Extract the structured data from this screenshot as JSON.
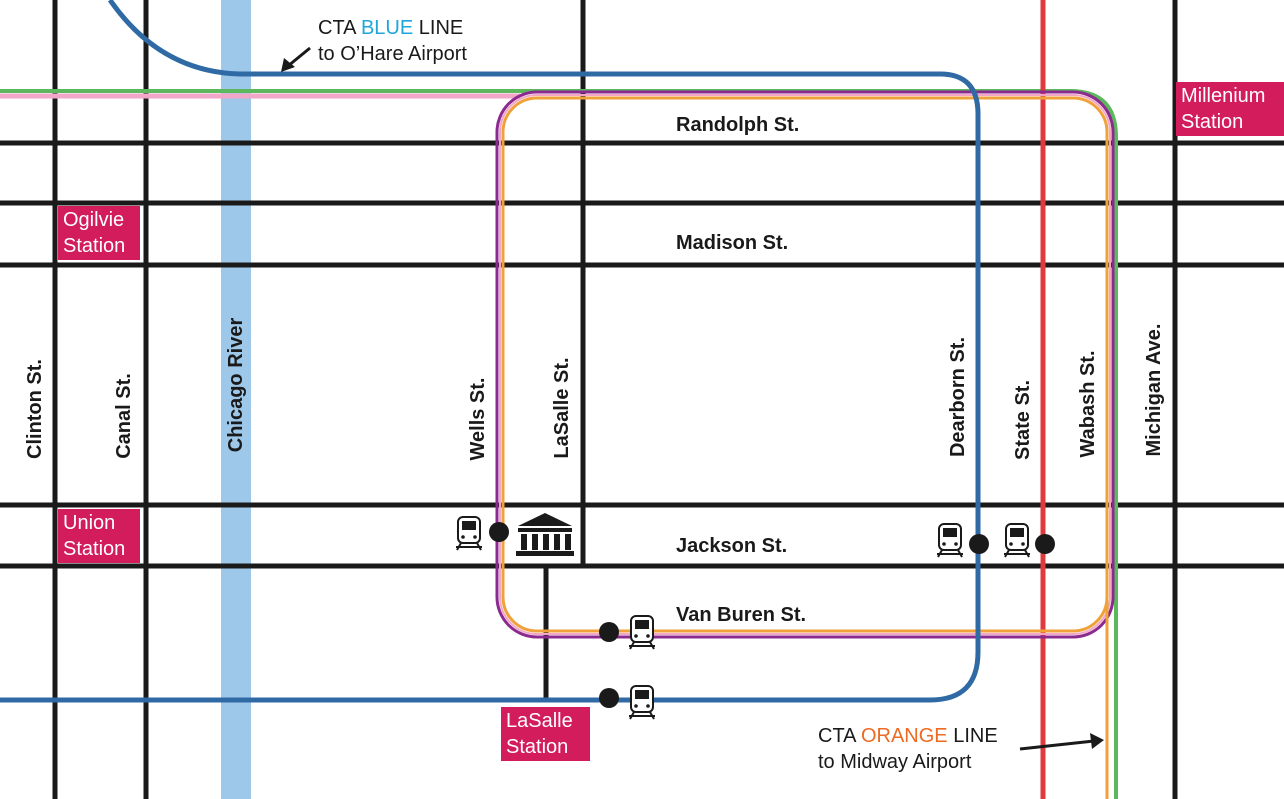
{
  "colors": {
    "street": "#1a1a1a",
    "river": "#9dc8ea",
    "blue_line": "#2f6aa5",
    "green_line": "#5cb85c",
    "pink_line": "#f2a6c8",
    "purple_line": "#8b2a8f",
    "orange_line": "#f0a23a",
    "red_line": "#e0393e",
    "station_bg": "#d21c5b",
    "blue_text": "#1fa5dc",
    "orange_text": "#ec6b22"
  },
  "streets": {
    "randolph": "Randolph St.",
    "madison": "Madison St.",
    "jackson": "Jackson St.",
    "van_buren": "Van Buren St.",
    "clinton": "Clinton St.",
    "canal": "Canal St.",
    "river": "Chicago River",
    "wells": "Wells St.",
    "lasalle": "LaSalle St.",
    "dearborn": "Dearborn St.",
    "state": "State St.",
    "wabash": "Wabash St.",
    "michigan": "Michigan Ave."
  },
  "stations": {
    "ogilvie": [
      "Ogilvie",
      "Station"
    ],
    "union": [
      "Union",
      "Station"
    ],
    "lasalle": [
      "LaSalle",
      "Station"
    ],
    "millenium": [
      "Millenium",
      "Station"
    ]
  },
  "notes": {
    "blue": {
      "prefix": "CTA ",
      "line": "BLUE",
      "suffix": " LINE",
      "dest": "to O’Hare Airport"
    },
    "orange": {
      "prefix": "CTA ",
      "line": "ORANGE",
      "suffix": " LINE",
      "dest": "to Midway Airport"
    }
  },
  "icons": {
    "train": "train-icon",
    "landmark": "landmark-building-icon",
    "stop": "stop-dot",
    "arrow": "arrow-icon"
  }
}
